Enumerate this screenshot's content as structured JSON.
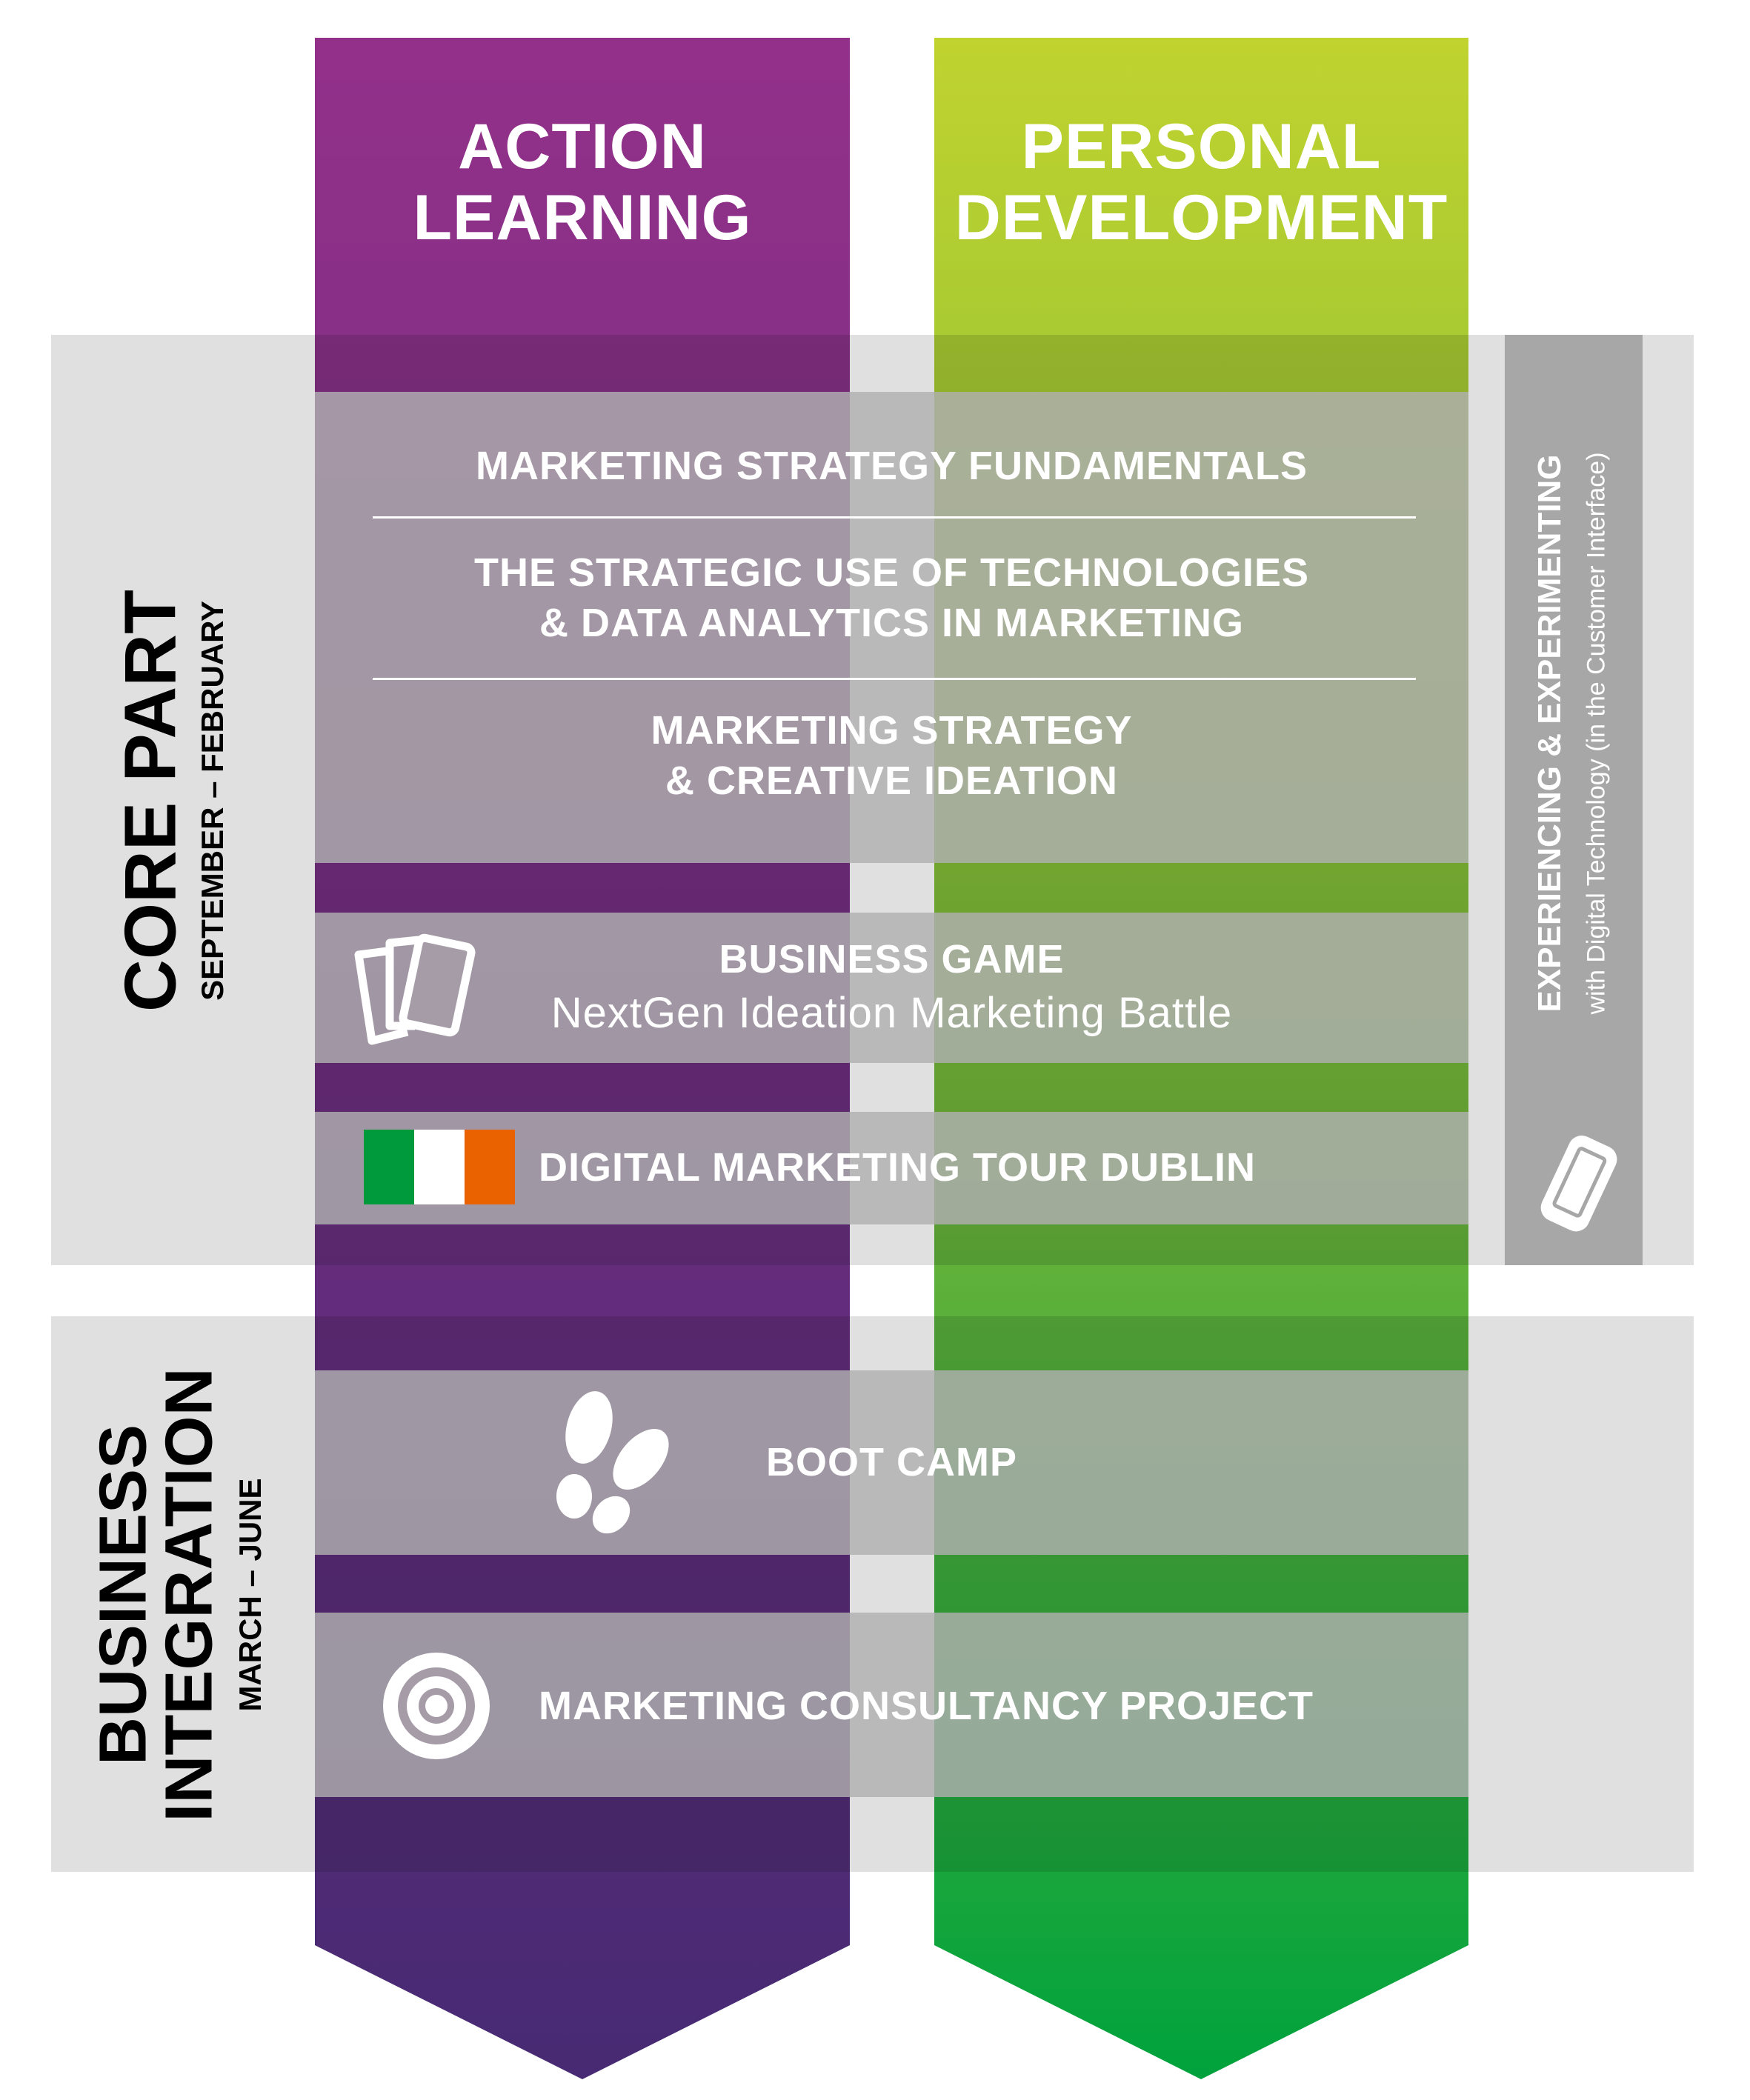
{
  "columns": [
    {
      "title_lines": [
        "ACTION",
        "LEARNING"
      ],
      "color_top": "#93308a",
      "color_bottom": "#472a73"
    },
    {
      "title_lines": [
        "PERSONAL",
        "DEVELOPMENT"
      ],
      "color_top": "#bfd22f",
      "color_bottom": "#00a23d"
    }
  ],
  "phases": [
    {
      "title_lines": [
        "CORE PART"
      ],
      "period": "SEPTEMBER – FEBRUARY"
    },
    {
      "title_lines": [
        "BUSINESS",
        "INTEGRATION"
      ],
      "period": "MARCH – JUNE"
    }
  ],
  "side_panel": {
    "title": "EXPERIENCING & EXPERIMENTING",
    "subtitle": "with Digital Technology (in the Customer Interface)",
    "icon": "tablet-icon"
  },
  "modules": {
    "m1": "MARKETING STRATEGY FUNDAMENTALS",
    "m2_lines": [
      "THE STRATEGIC USE OF TECHNOLOGIES",
      "& DATA ANALYTICS IN MARKETING"
    ],
    "m3_lines": [
      "MARKETING STRATEGY",
      "& CREATIVE IDEATION"
    ]
  },
  "business_game": {
    "title": "BUSINESS GAME",
    "subtitle": "NextGen Ideation Marketing Battle",
    "icon": "cards-icon"
  },
  "tour": {
    "title": "DIGITAL MARKETING TOUR DUBLIN",
    "icon": "irish-flag-icon",
    "flag_colors": [
      "#009a3d",
      "#ffffff",
      "#ea6200"
    ]
  },
  "boot_camp": {
    "title": "BOOT CAMP",
    "icon": "footprints-icon"
  },
  "consultancy": {
    "title": "MARKETING CONSULTANCY PROJECT",
    "icon": "target-icon"
  }
}
